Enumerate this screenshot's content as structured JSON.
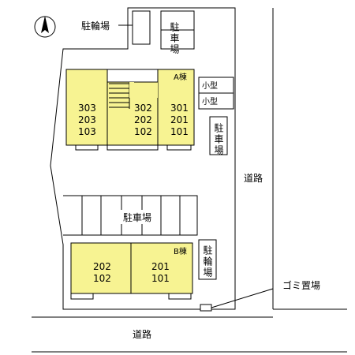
{
  "colors": {
    "building_fill": "#f7f392",
    "stroke": "#000000",
    "background": "#ffffff"
  },
  "compass": {
    "label": "north-arrow"
  },
  "labels": {
    "bicycle_parking_top": "駐輪場",
    "parking_top_right": "駐車場",
    "small_car_1": "小型",
    "small_car_2": "小型",
    "parking_side": "駐車場",
    "road_right": "道路",
    "parking_middle": "駐車場",
    "bicycle_parking_side": "駐輪場",
    "garbage": "ゴミ置場",
    "road_bottom": "道路"
  },
  "building_a": {
    "name": "A棟",
    "col1": [
      "303",
      "203",
      "103"
    ],
    "col2": [
      "302",
      "202",
      "102"
    ],
    "col3": [
      "301",
      "201",
      "101"
    ]
  },
  "building_b": {
    "name": "B棟",
    "col1": [
      "202",
      "102"
    ],
    "col2": [
      "201",
      "101"
    ]
  }
}
